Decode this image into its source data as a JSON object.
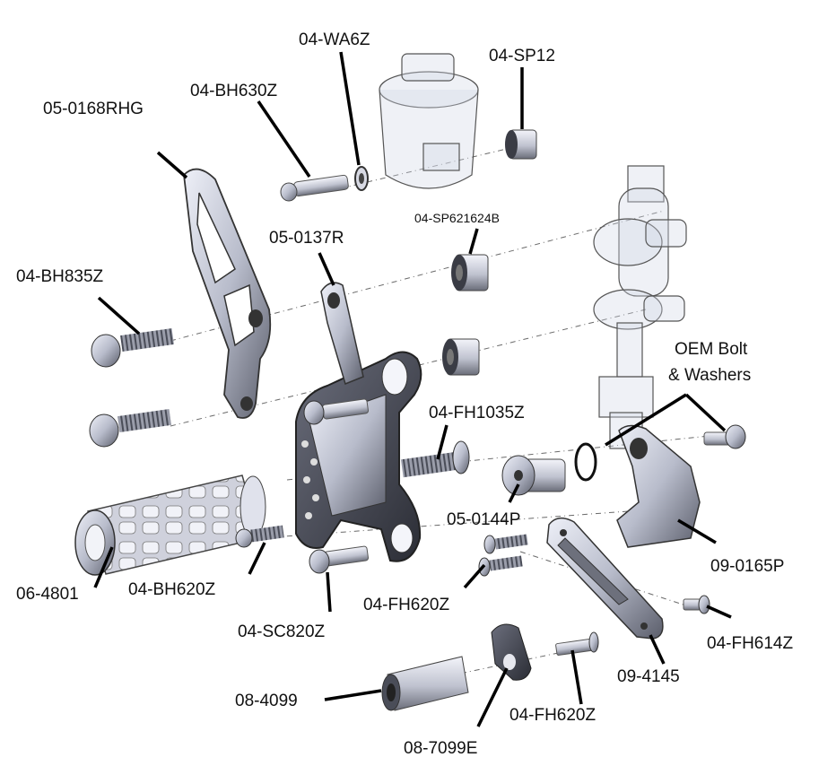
{
  "labels": {
    "wa6z": "04-WA6Z",
    "sp12": "04-SP12",
    "bh630z": "04-BH630Z",
    "rhg": "05-0168RHG",
    "sp621624b": "04-SP621624B",
    "r0137": "05-0137R",
    "bh835z": "04-BH835Z",
    "oem": "OEM Bolt",
    "washers": "& Washers",
    "fh1035z": "04-FH1035Z",
    "p0144": "05-0144P",
    "p0165": "09-0165P",
    "n4801": "06-4801",
    "bh620z": "04-BH620Z",
    "fh620z_a": "04-FH620Z",
    "sc820z": "04-SC820Z",
    "fh614z": "04-FH614Z",
    "n4145": "09-4145",
    "n4099": "08-4099",
    "fh620z_b": "04-FH620Z",
    "e7099": "08-7099E"
  },
  "colors": {
    "part_fill": "#c9cbd6",
    "part_dark": "#3c3e48",
    "part_light": "#e9eaf2",
    "ghost_fill": "#d6dae6"
  }
}
